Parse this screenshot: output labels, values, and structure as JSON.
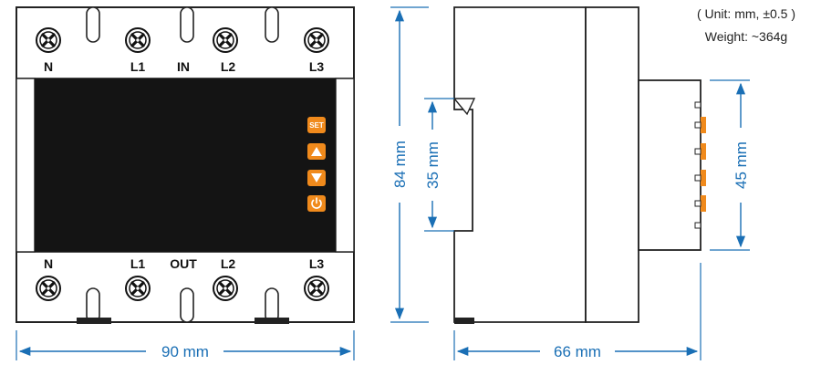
{
  "note": {
    "unit": "( Unit: mm, ±0.5 )",
    "weight": "Weight: ~364g"
  },
  "terminals": {
    "top": [
      "N",
      "L1",
      "IN",
      "L2",
      "L3"
    ],
    "bottom": [
      "N",
      "L1",
      "OUT",
      "L2",
      "L3"
    ]
  },
  "buttons": {
    "set": "SET"
  },
  "dimensions": {
    "front_width": "90 mm",
    "height_total": "84 mm",
    "rail": "35 mm",
    "depth": "66 mm",
    "module_height": "45 mm"
  },
  "colors": {
    "accent": "#f08a1c",
    "dimension": "#1a6fb5",
    "screen": "#141414",
    "outline": "#222222"
  }
}
